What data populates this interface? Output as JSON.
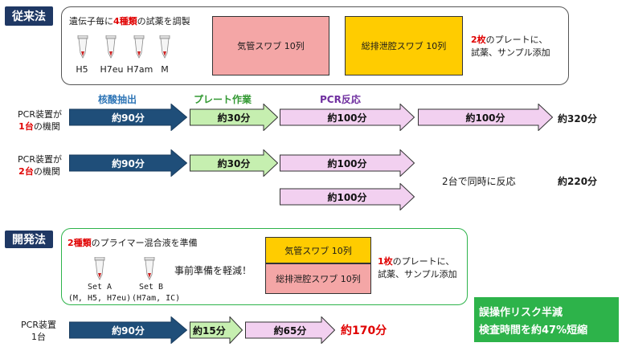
{
  "conventional": {
    "tag": "従来法",
    "prep_prefix": "遺伝子毎に",
    "prep_highlight": "4種類",
    "prep_suffix": "の試薬を調製",
    "tubes": [
      "H5",
      "H7eu",
      "H7am",
      "M"
    ],
    "swab_trachea": "気管スワブ 10列",
    "swab_cloaca": "総排泄腔スワブ 10列",
    "plates_highlight": "2枚",
    "plates_line1_rest": "のプレートに、",
    "plates_line2": "試薬、サンプル添加"
  },
  "steps": {
    "extraction": "核酸抽出",
    "plate_work": "プレート作業",
    "pcr": "PCR反応"
  },
  "row1": {
    "label_line1": "PCR装置が",
    "label_red": "1台",
    "label_rest": "の機関",
    "a1": "約90分",
    "a2": "約30分",
    "a3": "約100分",
    "a4": "約100分",
    "total": "約320分"
  },
  "row2": {
    "label_line1": "PCR装置が",
    "label_red": "2台",
    "label_rest": "の機関",
    "a1": "約90分",
    "a2": "約30分",
    "a3": "約100分",
    "a4": "約100分",
    "note": "2台で同時に反応",
    "total": "約220分"
  },
  "developed": {
    "tag": "開発法",
    "prep_highlight": "2種類",
    "prep_suffix": "のプライマー混合液を準備",
    "tubes": [
      {
        "name": "Set A",
        "detail": "(M, H5, H7eu)"
      },
      {
        "name": "Set B",
        "detail": "(H7am, IC)"
      }
    ],
    "reduce_text": "事前準備を軽減！",
    "swab_trachea": "気管スワブ 10列",
    "swab_cloaca": "総排泄腔スワブ 10列",
    "plates_highlight": "1枚",
    "plates_line1_rest": "のプレートに、",
    "plates_line2": "試薬、サンプル添加"
  },
  "row3": {
    "label_line1": "PCR装置",
    "label_line2": "1台",
    "a1": "約90分",
    "a2": "約15分",
    "a3": "約65分",
    "total": "約170分"
  },
  "result": {
    "line1": "誤操作リスク半減",
    "line2": "検査時間を約47%短縮"
  },
  "colors": {
    "tag_bg": "#1f3864",
    "dark_arrow": "#1f4e79",
    "green_arrow": "#c6efb0",
    "pink_arrow": "#f2d0f0",
    "pink_box": "#f4a6a6",
    "yellow_box": "#ffcc00",
    "result_bg": "#2db34a",
    "extraction_label": "#2e75b6",
    "plate_label": "#339933",
    "pcr_label": "#7030a0"
  }
}
